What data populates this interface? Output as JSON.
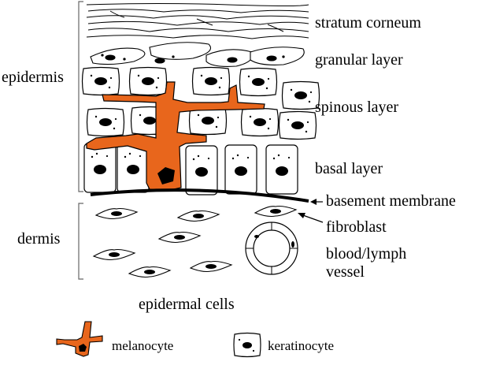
{
  "labels": {
    "epidermis": "epidermis",
    "dermis": "dermis",
    "stratum_corneum": "stratum corneum",
    "granular_layer": "granular layer",
    "spinous_layer": "spinous layer",
    "basal_layer": "basal layer",
    "basement_membrane": "basement membrane",
    "fibroblast": "fibroblast",
    "vessel_line1": "blood/lymph",
    "vessel_line2": "vessel"
  },
  "legend": {
    "title": "epidermal cells",
    "melanocyte": "melanocyte",
    "keratinocyte": "keratinocyte"
  },
  "colors": {
    "melanocyte": "#e8661c",
    "line": "#000000"
  }
}
